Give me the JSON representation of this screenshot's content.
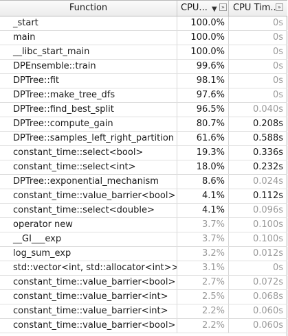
{
  "columns": {
    "function": "Function",
    "cpu": "CPU...",
    "cpu_time": "CPU Tim..."
  },
  "icons": {
    "sort": "sort-descending-icon",
    "expand": "expand-column-icon"
  },
  "rows": [
    {
      "function": "_start",
      "cpu": "100.0%",
      "time": "0s",
      "cpu_hot": true,
      "time_hot": false
    },
    {
      "function": "main",
      "cpu": "100.0%",
      "time": "0s",
      "cpu_hot": true,
      "time_hot": false
    },
    {
      "function": "__libc_start_main",
      "cpu": "100.0%",
      "time": "0s",
      "cpu_hot": true,
      "time_hot": false
    },
    {
      "function": "DPEnsemble::train",
      "cpu": "99.6%",
      "time": "0s",
      "cpu_hot": true,
      "time_hot": false
    },
    {
      "function": "DPTree::fit",
      "cpu": "98.1%",
      "time": "0s",
      "cpu_hot": true,
      "time_hot": false
    },
    {
      "function": "DPTree::make_tree_dfs",
      "cpu": "97.6%",
      "time": "0s",
      "cpu_hot": true,
      "time_hot": false
    },
    {
      "function": "DPTree::find_best_split",
      "cpu": "96.5%",
      "time": "0.040s",
      "cpu_hot": true,
      "time_hot": false
    },
    {
      "function": "DPTree::compute_gain",
      "cpu": "80.7%",
      "time": "0.208s",
      "cpu_hot": true,
      "time_hot": true
    },
    {
      "function": "DPTree::samples_left_right_partition",
      "cpu": "61.6%",
      "time": "0.588s",
      "cpu_hot": true,
      "time_hot": true
    },
    {
      "function": "constant_time::select<bool>",
      "cpu": "19.3%",
      "time": "0.336s",
      "cpu_hot": true,
      "time_hot": true
    },
    {
      "function": "constant_time::select<int>",
      "cpu": "18.0%",
      "time": "0.232s",
      "cpu_hot": true,
      "time_hot": true
    },
    {
      "function": "DPTree::exponential_mechanism",
      "cpu": "8.6%",
      "time": "0.024s",
      "cpu_hot": true,
      "time_hot": false
    },
    {
      "function": "constant_time::value_barrier<bool>",
      "cpu": "4.1%",
      "time": "0.112s",
      "cpu_hot": true,
      "time_hot": true
    },
    {
      "function": "constant_time::select<double>",
      "cpu": "4.1%",
      "time": "0.096s",
      "cpu_hot": true,
      "time_hot": false
    },
    {
      "function": "operator new",
      "cpu": "3.7%",
      "time": "0.100s",
      "cpu_hot": false,
      "time_hot": false
    },
    {
      "function": "__GI___exp",
      "cpu": "3.7%",
      "time": "0.100s",
      "cpu_hot": false,
      "time_hot": false
    },
    {
      "function": "log_sum_exp",
      "cpu": "3.2%",
      "time": "0.012s",
      "cpu_hot": false,
      "time_hot": false
    },
    {
      "function": "std::vector<int, std::allocator<int>>::ve",
      "cpu": "3.1%",
      "time": "0s",
      "cpu_hot": false,
      "time_hot": false
    },
    {
      "function": "constant_time::value_barrier<bool>",
      "cpu": "2.7%",
      "time": "0.072s",
      "cpu_hot": false,
      "time_hot": false
    },
    {
      "function": "constant_time::value_barrier<int>",
      "cpu": "2.5%",
      "time": "0.068s",
      "cpu_hot": false,
      "time_hot": false
    },
    {
      "function": "constant_time::value_barrier<int>",
      "cpu": "2.2%",
      "time": "0.060s",
      "cpu_hot": false,
      "time_hot": false
    },
    {
      "function": "constant_time::value_barrier<bool>",
      "cpu": "2.2%",
      "time": "0.060s",
      "cpu_hot": false,
      "time_hot": false
    }
  ]
}
